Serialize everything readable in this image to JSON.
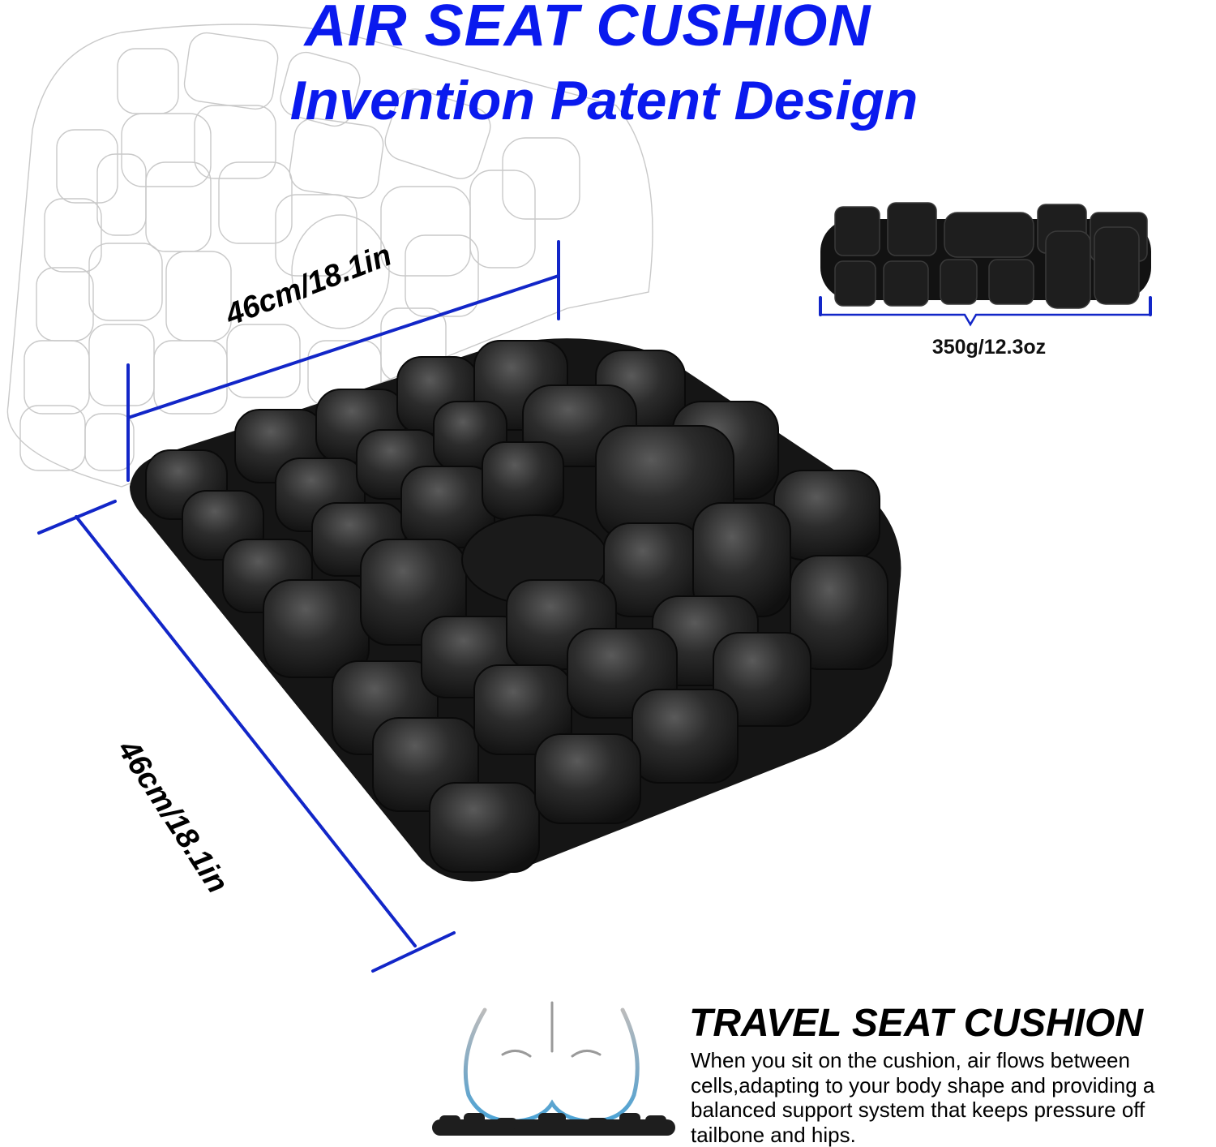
{
  "header": {
    "title": "AIR SEAT CUSHION",
    "subtitle": "Invention Patent Design"
  },
  "dimensions": {
    "width_label": "46cm/18.1in",
    "depth_label": "46cm/18.1in"
  },
  "folded_product": {
    "weight_label": "350g/12.3oz"
  },
  "travel_section": {
    "heading": "TRAVEL SEAT CUSHION",
    "body": "When you sit on the cushion, air flows between cells,adapting to your body shape and providing a balanced support system that keeps pressure off tailbone and hips."
  },
  "colors": {
    "heading_blue": "#0a1aee",
    "dimension_line_blue": "#1226c8",
    "cushion_black": "#1c1c1c",
    "outline_gray": "#c8c8c8",
    "figure_blue": "#4aa3d6"
  },
  "icons": {
    "outline_diagram": "cushion-outline-drawing",
    "cushion_photo": "air-cell-cushion",
    "folded_cushion": "rolled-cushion",
    "body_diagram": "seated-body-on-cushion-icon"
  }
}
